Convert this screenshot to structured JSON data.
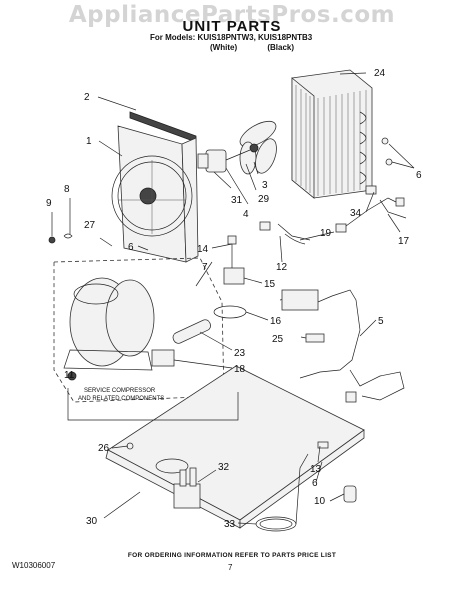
{
  "watermark": "AppliancePartsPros.com",
  "title": "UNIT PARTS",
  "models": "For Models: KUIS18PNTW3, KUIS18PNTB3",
  "colors": "(White) (Black)",
  "service_note_1": "SERVICE COMPRESSOR",
  "service_note_2": "AND RELATED COMPONENTS",
  "footer": "FOR ORDERING INFORMATION REFER TO PARTS PRICE LIST",
  "doc_number": "W10306007",
  "page_number": "7",
  "callouts": {
    "c1": "1",
    "c2": "2",
    "c3": "3",
    "c4": "4",
    "c5": "5",
    "c6a": "6",
    "c6b": "6",
    "c6c": "6",
    "c7": "7",
    "c8": "8",
    "c9": "9",
    "c10": "10",
    "c11": "11",
    "c12": "12",
    "c13": "13",
    "c14": "14",
    "c15": "15",
    "c16": "16",
    "c17": "17",
    "c18": "18",
    "c19": "19",
    "c23": "23",
    "c24": "24",
    "c25": "25",
    "c26": "26",
    "c27": "27",
    "c29": "29",
    "c30": "30",
    "c31": "31",
    "c32": "32",
    "c33": "33",
    "c34": "34"
  }
}
